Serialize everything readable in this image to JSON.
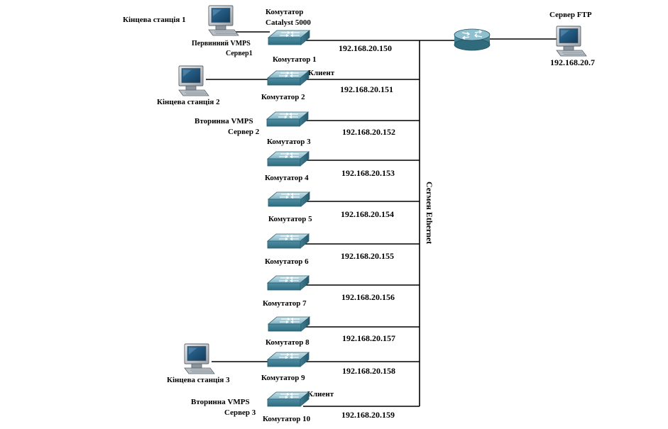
{
  "diagram": {
    "segment_label": "Сегмен Ethernet",
    "ftp_server": {
      "label": "Сервер FTP",
      "ip": "192.168.20.7"
    },
    "switches": [
      {
        "name": "Комутатор 1",
        "ip": "192.168.20.150",
        "header": [
          "Комутатор",
          "Catalyst 5000"
        ],
        "role": [
          "Первинний VMPS",
          "Сервер1"
        ]
      },
      {
        "name": "Комутатор 2",
        "ip": "192.168.20.151",
        "tag": "Клиент"
      },
      {
        "name": "Комутатор 3",
        "ip": "192.168.20.152",
        "role": [
          "Вторинна VMPS",
          "Сервер 2"
        ]
      },
      {
        "name": "Комутатор 4",
        "ip": "192.168.20.153"
      },
      {
        "name": "Комутатор 5",
        "ip": "192.168.20.154"
      },
      {
        "name": "Комутатор 6",
        "ip": "192.168.20.155"
      },
      {
        "name": "Комутатор 7",
        "ip": "192.168.20.156"
      },
      {
        "name": "Комутатор 8",
        "ip": "192.168.20.157"
      },
      {
        "name": "Комутатор 9",
        "ip": "192.168.20.158"
      },
      {
        "name": "Комутатор 10",
        "ip": "192.168.20.159",
        "tag": "Клиент",
        "role": [
          "Вторинна VMPS",
          "Сервер 3"
        ]
      }
    ],
    "stations": [
      {
        "label": "Кінцева станція 1"
      },
      {
        "label": "Кінцева станція 2"
      },
      {
        "label": "Кінцева станція 3"
      }
    ]
  }
}
